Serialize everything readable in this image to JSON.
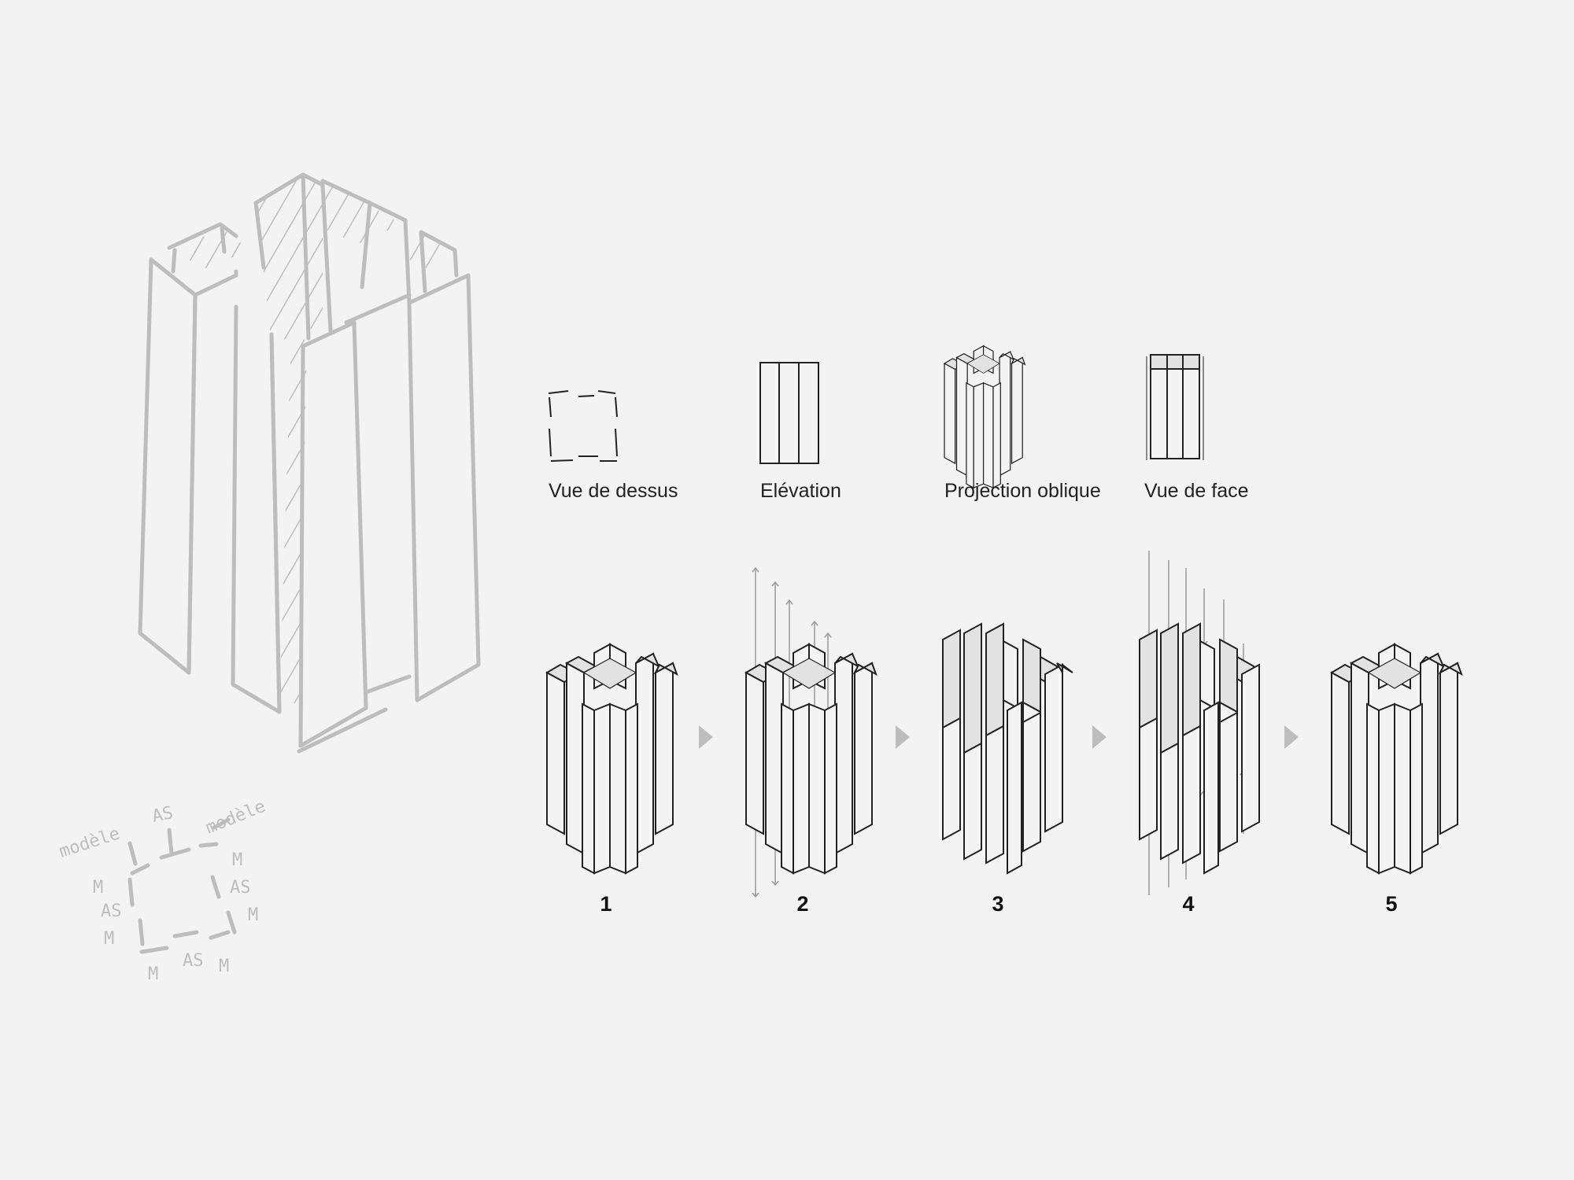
{
  "sketch": {
    "notes": [
      "modèle",
      "AS",
      "modèle",
      "M",
      "AS",
      "M",
      "M",
      "AS",
      "M",
      "M",
      "AS",
      "M"
    ]
  },
  "views": [
    {
      "label": "Vue de dessus"
    },
    {
      "label": "Elévation"
    },
    {
      "label": "Projection oblique"
    },
    {
      "label": "Vue de face"
    }
  ],
  "steps": [
    {
      "number": "1"
    },
    {
      "number": "2"
    },
    {
      "number": "3"
    },
    {
      "number": "4"
    },
    {
      "number": "5"
    }
  ],
  "colors": {
    "background": "#f3f3f3",
    "line": "#222222",
    "sketch": "#bdbdbd",
    "top_fill": "#e2e2e2",
    "arrow": "#999999",
    "chevron": "#bdbdbd"
  }
}
